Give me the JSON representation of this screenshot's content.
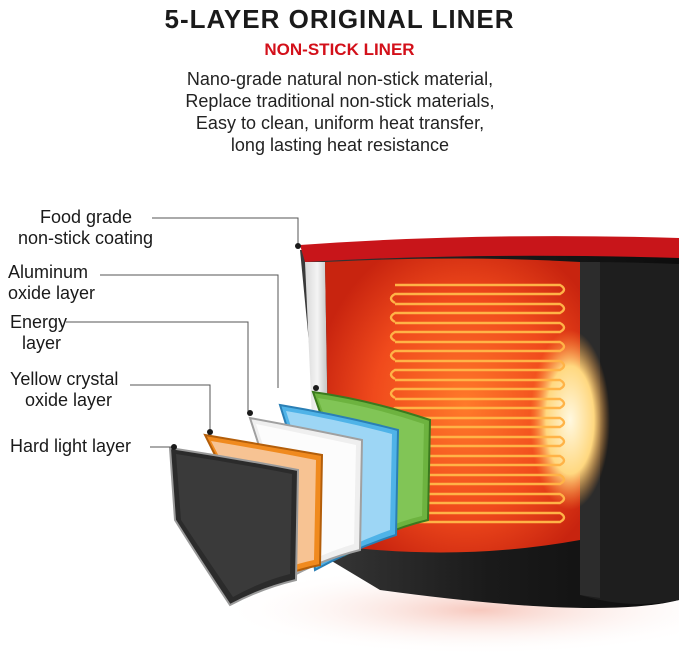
{
  "header": {
    "title": "5-LAYER ORIGINAL LINER",
    "subtitle": "NON-STICK LINER"
  },
  "description": [
    "Nano-grade natural non-stick material,",
    "Replace traditional non-stick materials,",
    "Easy to clean, uniform heat transfer,",
    "long lasting heat resistance"
  ],
  "layers": [
    {
      "line1": "Food grade",
      "line2": "non-stick coating",
      "color": "#2b2b2b"
    },
    {
      "line1": "Aluminum",
      "line2": "oxide layer",
      "color": "#6db33f"
    },
    {
      "line1": "Energy",
      "line2": "layer",
      "color": "#4fb3e8"
    },
    {
      "line1": "Yellow crystal",
      "line2": "oxide layer",
      "color": "#e8e8e8"
    },
    {
      "line1": "Hard light layer",
      "line2": "",
      "color": "#f08a1e"
    }
  ],
  "colors": {
    "title": "#1a1a1a",
    "accent": "#d3101a",
    "liner_inner": "#e8341c",
    "liner_outer": "#1c1c1c",
    "heat_coil": "#ffb347"
  }
}
